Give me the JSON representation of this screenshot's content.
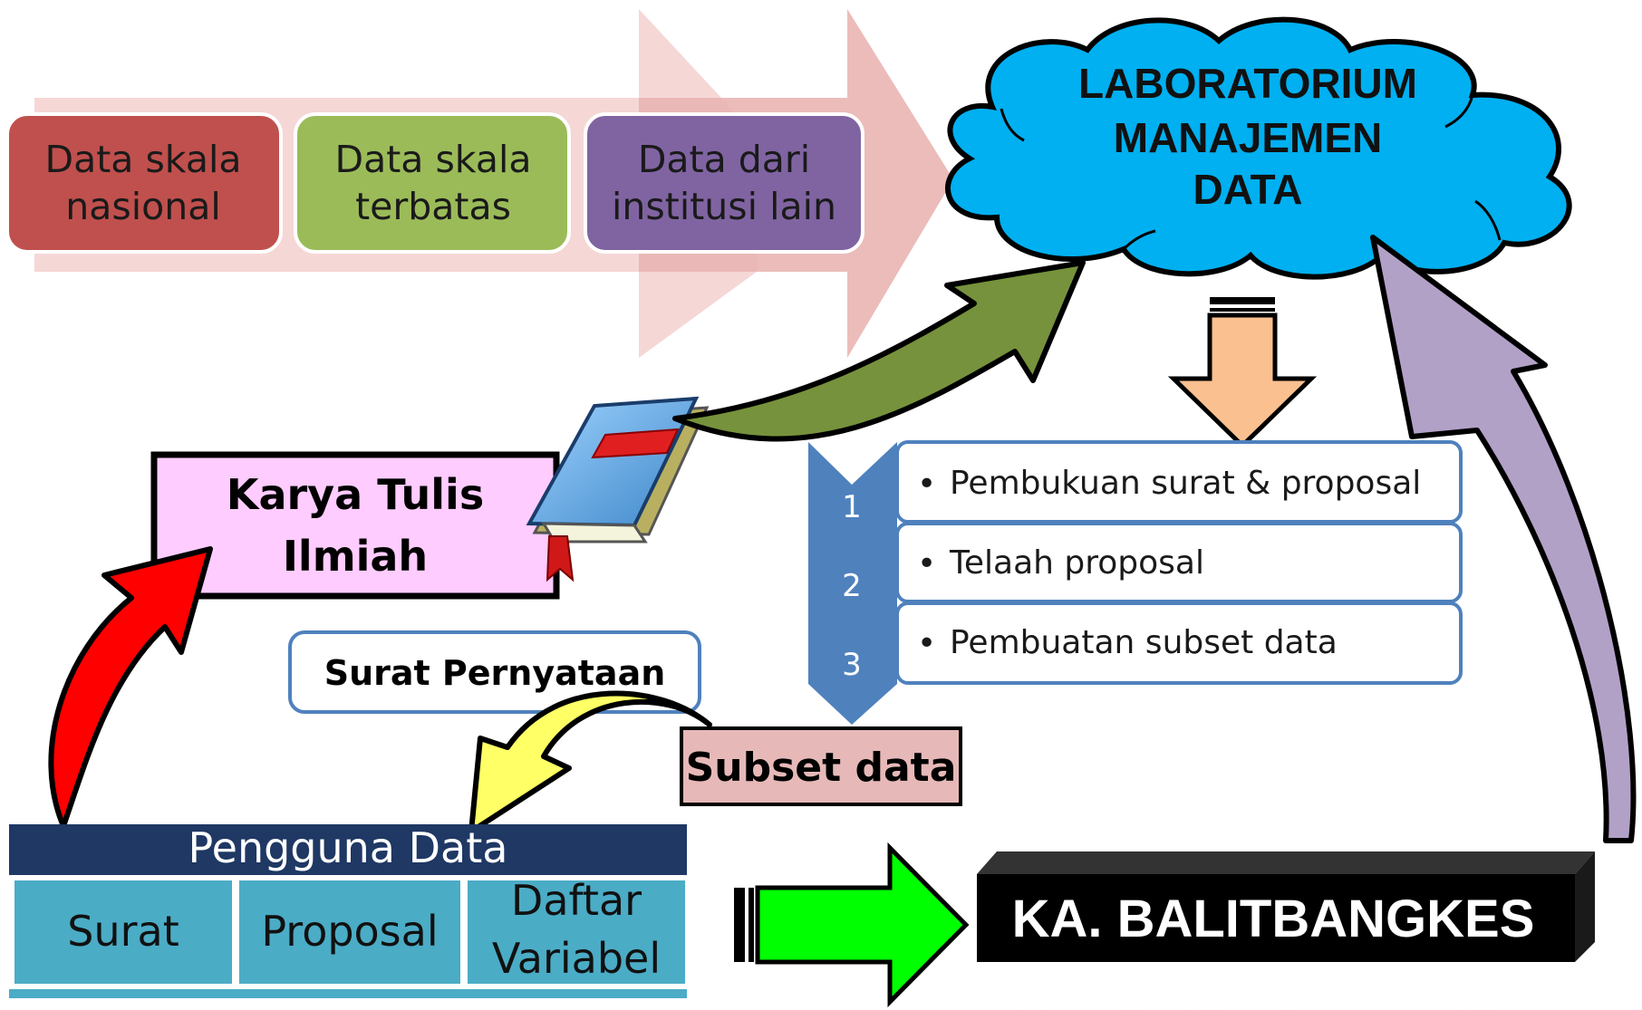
{
  "sources": [
    {
      "line1": "Data skala",
      "line2": "nasional",
      "color": "#c0504d"
    },
    {
      "line1": "Data skala",
      "line2": "terbatas",
      "color": "#9bbb59"
    },
    {
      "line1": "Data dari",
      "line2": "institusi lain",
      "color": "#8064a2"
    }
  ],
  "lab": {
    "line1": "LABORATORIUM",
    "line2": "MANAJEMEN",
    "line3": "DATA",
    "color": "#00b0f0"
  },
  "karya": {
    "line1": "Karya Tulis",
    "line2": "Ilmiah"
  },
  "surat_pernyataan": "Surat Pernyataan",
  "process": {
    "numbers": [
      "1",
      "2",
      "3"
    ],
    "steps": [
      "Pembukuan surat & proposal",
      "Telaah proposal",
      "Pembuatan subset data"
    ],
    "bullet": "•"
  },
  "subset": "Subset data",
  "pengguna": {
    "title": "Pengguna Data",
    "cells": [
      "Surat",
      "Proposal",
      "Daftar",
      "Variabel"
    ]
  },
  "ka": {
    "label": "KA. BALITBANGKES"
  }
}
